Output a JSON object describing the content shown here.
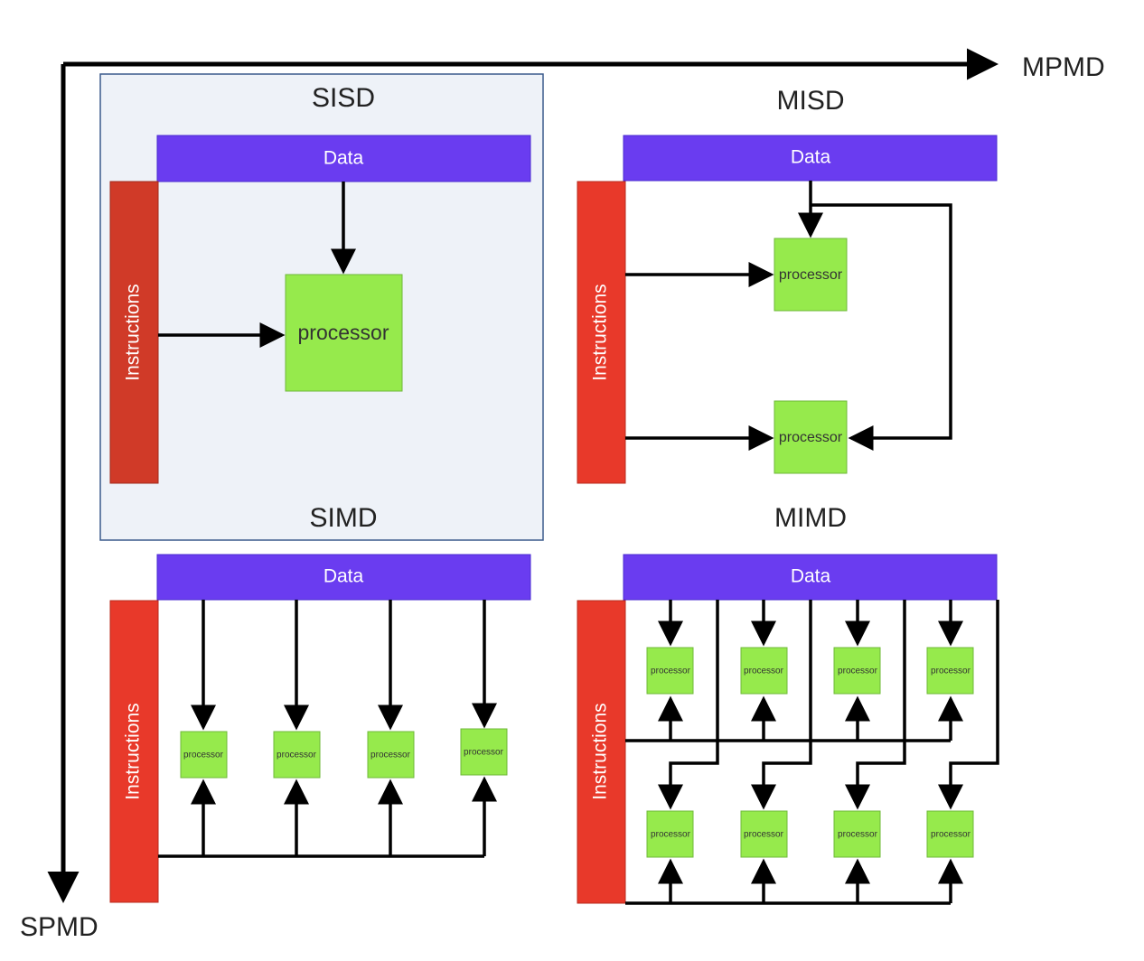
{
  "axes": {
    "horizontal_label": "MPMD",
    "vertical_label": "SPMD"
  },
  "quadrants": {
    "sisd": {
      "title": "SISD",
      "data_label": "Data",
      "instructions_label": "Instructions",
      "processor_label": "processor",
      "highlighted": true
    },
    "misd": {
      "title": "MISD",
      "data_label": "Data",
      "instructions_label": "Instructions",
      "processor_label": "processor"
    },
    "simd": {
      "title": "SIMD",
      "data_label": "Data",
      "instructions_label": "Instructions",
      "processor_label": "processor"
    },
    "mimd": {
      "title": "MIMD",
      "data_label": "Data",
      "instructions_label": "Instructions",
      "processor_label": "processor"
    }
  },
  "colors": {
    "data_bar": "#6a3cf0",
    "data_bar_border": "#4a2bd0",
    "instructions_bar": "#e8392a",
    "instructions_bar_sisd": "#d03a28",
    "processor_fill": "#96ea4c",
    "processor_border": "#6fb83a",
    "highlight_fill": "#eef2f8",
    "highlight_border": "#3a5a8c"
  }
}
